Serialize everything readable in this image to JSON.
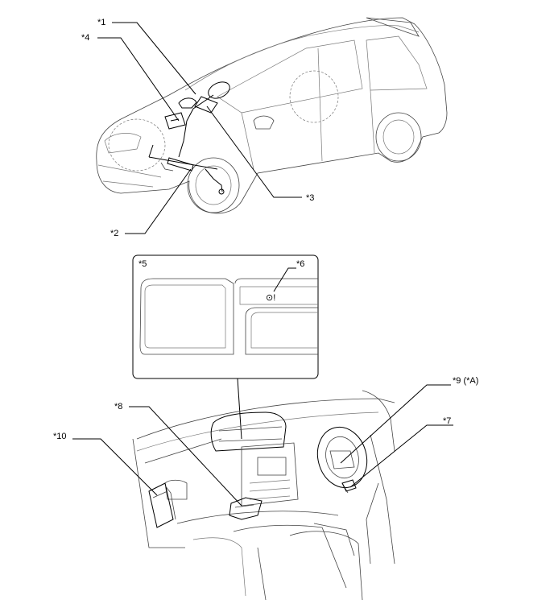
{
  "callouts": {
    "c1": "*1",
    "c2": "*2",
    "c3": "*3",
    "c4": "*4",
    "c5": "*5",
    "c6": "*6",
    "c7": "*7",
    "c8": "*8",
    "c9": "*9 (*A)",
    "c10": "*10"
  },
  "meter_indicator": "⊙!"
}
